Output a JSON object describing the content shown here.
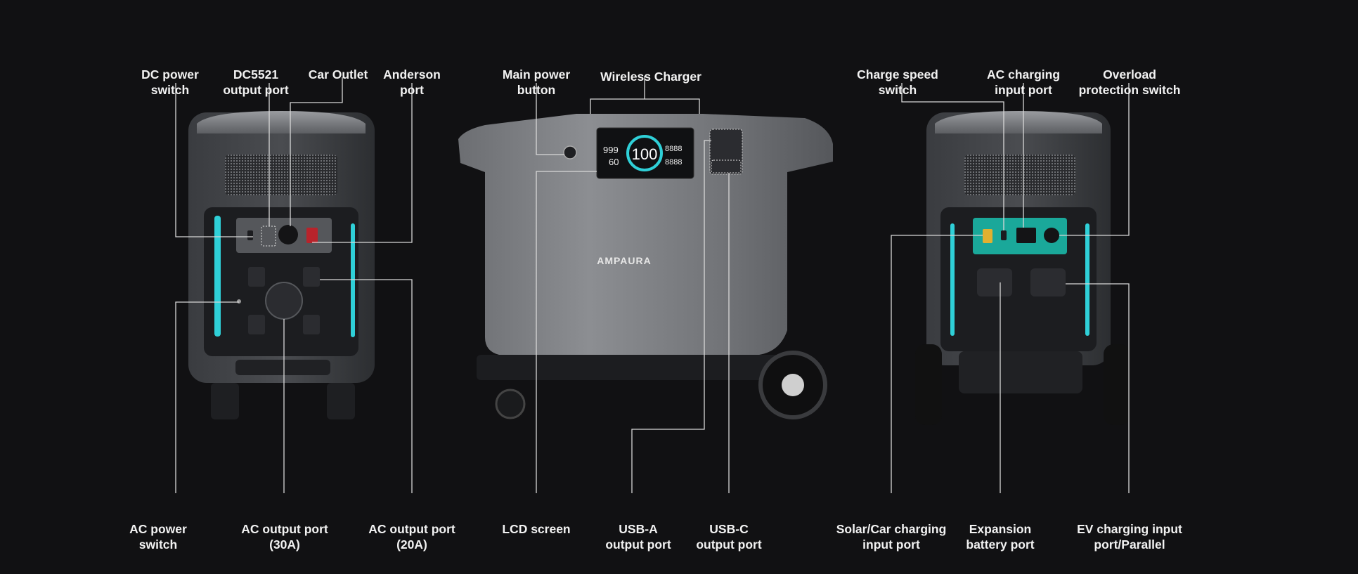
{
  "brand": {
    "logo_text": "AMPAURA"
  },
  "colors": {
    "background": "#111113",
    "label_text": "#f2f2f2",
    "leader_line": "#d8d8d8",
    "accent_light": "#2fd0d8",
    "panel_teal": "#1aa89a"
  },
  "screen": {
    "center_value": "100",
    "left_top": "999",
    "left_bottom": "60",
    "right_top": "8888",
    "right_bottom": "8888"
  },
  "labels": {
    "dc_power_switch": {
      "line1": "DC power",
      "line2": "switch"
    },
    "dc5521_output_port": {
      "line1": "DC5521",
      "line2": "output port"
    },
    "car_outlet": {
      "line1": "Car Outlet",
      "line2": ""
    },
    "anderson_port": {
      "line1": "Anderson",
      "line2": "port"
    },
    "main_power_button": {
      "line1": "Main power",
      "line2": "button"
    },
    "wireless_charger": {
      "line1": "Wireless Charger",
      "line2": ""
    },
    "charge_speed_switch": {
      "line1": "Charge speed",
      "line2": "switch"
    },
    "ac_charging_input_port": {
      "line1": "AC charging",
      "line2": "input port"
    },
    "overload_protection_switch": {
      "line1": "Overload",
      "line2": "protection switch"
    },
    "ac_power_switch": {
      "line1": "AC power",
      "line2": "switch"
    },
    "ac_output_port_30a": {
      "line1": "AC output port",
      "line2": "(30A)"
    },
    "ac_output_port_20a": {
      "line1": "AC output port",
      "line2": "(20A)"
    },
    "lcd_screen": {
      "line1": "LCD screen",
      "line2": ""
    },
    "usb_a_output_port": {
      "line1": "USB-A",
      "line2": "output port"
    },
    "usb_c_output_port": {
      "line1": "USB-C",
      "line2": "output port"
    },
    "solar_car_charging_input_port": {
      "line1": "Solar/Car charging",
      "line2": "input port"
    },
    "expansion_battery_port": {
      "line1": "Expansion",
      "line2": "battery port"
    },
    "ev_charging_input_port_parallel": {
      "line1": "EV charging input",
      "line2": "port/Parallel"
    }
  }
}
